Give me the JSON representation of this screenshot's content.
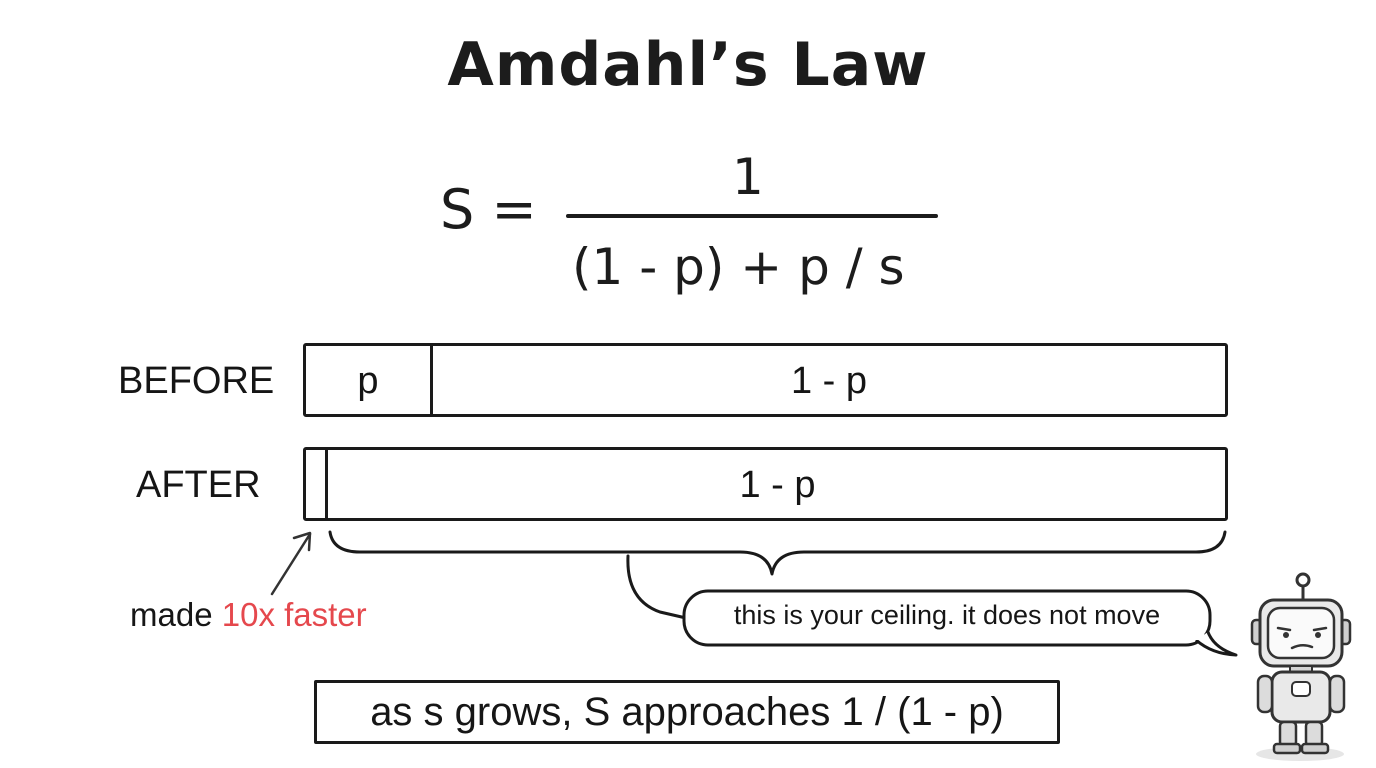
{
  "title": "Amdahl’s Law",
  "formula": {
    "lhs": "S =",
    "numerator": "1",
    "denominator": "(1 - p) + p / s"
  },
  "rows": {
    "before": {
      "label": "BEFORE",
      "segment_p": "p",
      "segment_rest": "1 - p"
    },
    "after": {
      "label": "AFTER",
      "segment_rest": "1 - p"
    }
  },
  "annotations": {
    "made_prefix": "made",
    "made_accent": "10x faster",
    "ceiling_bubble": "this is your ceiling. it does not move",
    "footer": "as s grows, S approaches 1 / (1 - p)"
  },
  "colors": {
    "ink": "#1a1a1a",
    "accent": "#e5484d"
  },
  "icons": [
    "arrow-icon",
    "robot-mascot-icon",
    "curly-brace-icon"
  ]
}
